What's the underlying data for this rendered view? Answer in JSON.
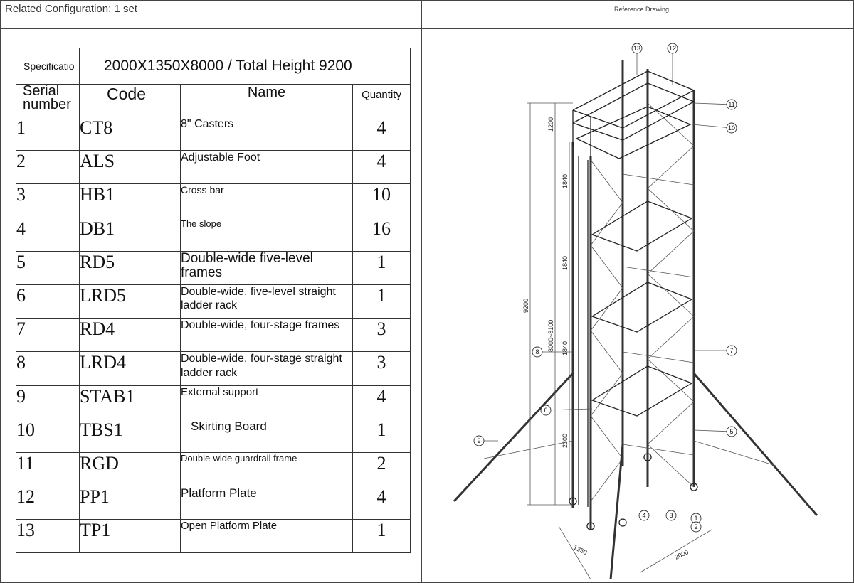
{
  "header": {
    "left": "Related Configuration: 1 set",
    "right": "Reference Drawing"
  },
  "spec": {
    "label": "Specificatio",
    "value": "2000X1350X8000 / Total Height 9200"
  },
  "columns": {
    "serial": "Serial number",
    "code": "Code",
    "name": "Name",
    "quantity": "Quantity"
  },
  "rows": [
    {
      "sn": "1",
      "code": "CT8",
      "name": "8\" Casters",
      "qty": "4"
    },
    {
      "sn": "2",
      "code": "ALS",
      "name": "Adjustable Foot",
      "qty": "4"
    },
    {
      "sn": "3",
      "code": "HB1",
      "name": "Cross bar",
      "qty": "10"
    },
    {
      "sn": "4",
      "code": "DB1",
      "name": "The slope",
      "qty": "16"
    },
    {
      "sn": "5",
      "code": "RD5",
      "name": "Double-wide five-level frames",
      "qty": "1"
    },
    {
      "sn": "6",
      "code": "LRD5",
      "name": "Double-wide, five-level straight ladder rack",
      "qty": "1"
    },
    {
      "sn": "7",
      "code": "RD4",
      "name": "Double-wide, four-stage frames",
      "qty": "3"
    },
    {
      "sn": "8",
      "code": "LRD4",
      "name": "Double-wide, four-stage straight ladder rack",
      "qty": "3"
    },
    {
      "sn": "9",
      "code": "STAB1",
      "name": "External support",
      "qty": "4"
    },
    {
      "sn": "10",
      "code": "TBS1",
      "name": "Skirting Board",
      "qty": "1"
    },
    {
      "sn": "11",
      "code": "RGD",
      "name": "Double-wide guardrail frame",
      "qty": "2"
    },
    {
      "sn": "12",
      "code": "PP1",
      "name": "Platform Plate",
      "qty": "4"
    },
    {
      "sn": "13",
      "code": "TP1",
      "name": "Open Platform Plate",
      "qty": "1"
    }
  ],
  "drawing": {
    "dims": {
      "total": "9200",
      "range": "8000~8100",
      "top": "1200",
      "level": "1840",
      "bottom": "2300",
      "depth": "1350",
      "width": "2000"
    },
    "callouts": [
      "1",
      "2",
      "3",
      "4",
      "5",
      "6",
      "7",
      "8",
      "9",
      "10",
      "11",
      "12",
      "13"
    ]
  }
}
